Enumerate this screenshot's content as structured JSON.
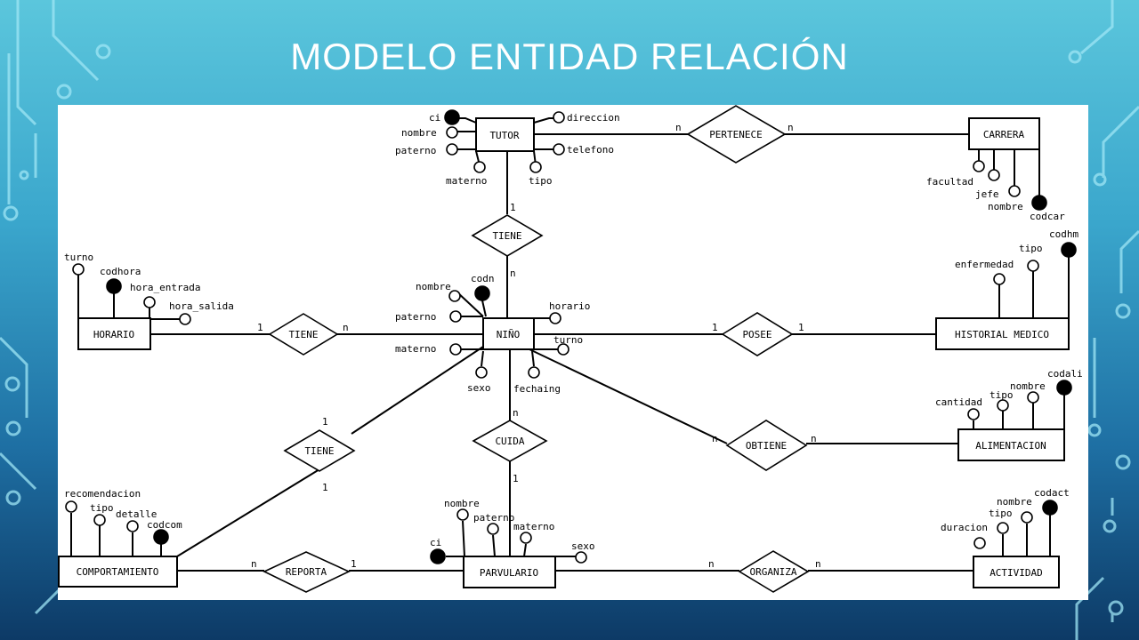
{
  "slide": {
    "title": "MODELO ENTIDAD RELACIÓN"
  },
  "colors": {
    "background_top": "#5bc6dc",
    "background_bottom": "#0d3a66",
    "circuit": "#9fe6f5",
    "diagram_bg": "#ffffff",
    "ink": "#000000"
  },
  "diagram": {
    "entities": {
      "tutor": "TUTOR",
      "carrera": "CARRERA",
      "horario": "HORARIO",
      "nino": "NIÑO",
      "historial": "HISTORIAL MEDICO",
      "alimentacion": "ALIMENTACION",
      "comportamiento": "COMPORTAMIENTO",
      "parvulario": "PARVULARIO",
      "actividad": "ACTIVIDAD"
    },
    "relationships": {
      "pertenece": "PERTENECE",
      "tiene_tutor": "TIENE",
      "tiene_horario": "TIENE",
      "posee": "POSEE",
      "obtiene": "OBTIENE",
      "cuida": "CUIDA",
      "tiene_comp": "TIENE",
      "reporta": "REPORTA",
      "organiza": "ORGANIZA"
    },
    "attributes": {
      "tutor": {
        "ci": "ci",
        "nombre": "nombre",
        "paterno": "paterno",
        "materno": "materno",
        "tipo": "tipo",
        "telefono": "telefono",
        "direccion": "direccion"
      },
      "carrera": {
        "facultad": "facultad",
        "jefe": "jefe",
        "nombre": "nombre",
        "codcar": "codcar"
      },
      "horario": {
        "turno": "turno",
        "codhora": "codhora",
        "hora_entrada": "hora_entrada",
        "hora_salida": "hora_salida"
      },
      "nino": {
        "nombre": "nombre",
        "codn": "codn",
        "paterno": "paterno",
        "materno": "materno",
        "sexo": "sexo",
        "fechaing": "fechaing",
        "horario": "horario",
        "turno": "turno"
      },
      "historial": {
        "enfermedad": "enfermedad",
        "tipo": "tipo",
        "codhm": "codhm"
      },
      "alimentacion": {
        "cantidad": "cantidad",
        "tipo": "tipo",
        "nombre": "nombre",
        "codali": "codali"
      },
      "comportamiento": {
        "recomendacion": "recomendacion",
        "tipo": "tipo",
        "detalle": "detalle",
        "codcom": "codcom"
      },
      "parvulario": {
        "nombre": "nombre",
        "paterno": "paterno",
        "materno": "materno",
        "ci": "ci",
        "sexo": "sexo"
      },
      "actividad": {
        "duracion": "duracion",
        "tipo": "tipo",
        "nombre": "nombre",
        "codact": "codact"
      }
    },
    "cardinalities": {
      "pertenece_tutor": "n",
      "pertenece_carrera": "n",
      "tiene_tutor_top": "1",
      "tiene_tutor_bottom": "n",
      "tiene_horario_left": "1",
      "tiene_horario_right": "n",
      "posee_left": "1",
      "posee_right": "1",
      "obtiene_left": "n",
      "obtiene_right": "n",
      "cuida_top": "n",
      "cuida_bottom": "1",
      "tiene_comp_top": "1",
      "tiene_comp_bottom": "1",
      "reporta_left": "n",
      "reporta_right": "1",
      "organiza_left": "n",
      "organiza_right": "n"
    }
  }
}
